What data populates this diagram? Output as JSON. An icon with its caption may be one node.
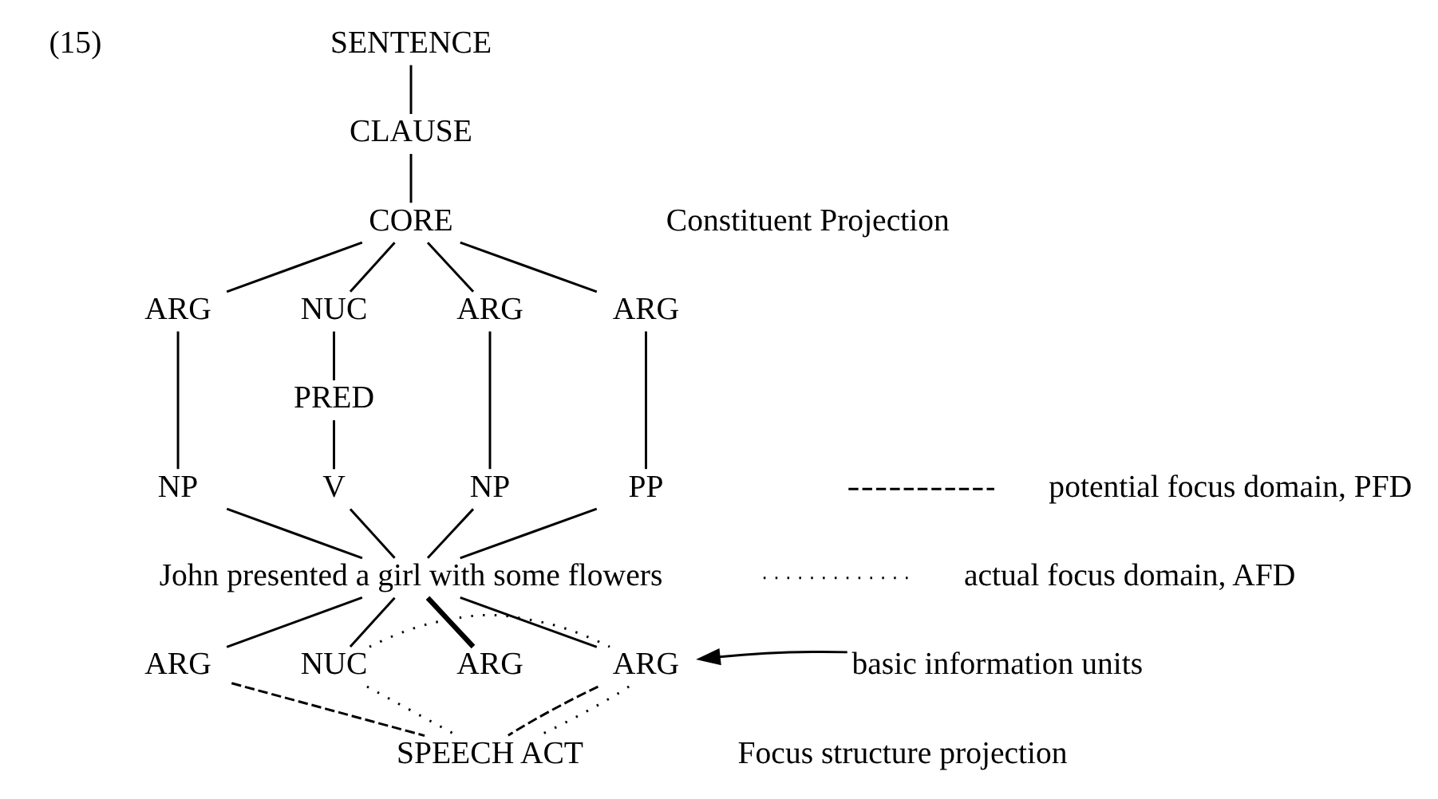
{
  "diagram": {
    "nodes": [
      {
        "text": [
          "SENTENCE"
        ]
      },
      {
        "text": [
          "CLAUSE"
        ]
      },
      {
        "text": [
          "CORE"
        ]
      },
      {
        "text": [
          "ARG"
        ]
      },
      {
        "text": [
          "NUC"
        ]
      },
      {
        "text": [
          "ARG"
        ]
      },
      {
        "text": [
          "ARG"
        ]
      },
      {
        "text": [
          "PRED"
        ]
      },
      {
        "text": [
          "NP"
        ]
      },
      {
        "text": [
          "V"
        ]
      },
      {
        "text": [
          "NP"
        ]
      },
      {
        "text": [
          "PP"
        ]
      },
      {
        "text": [
          "John presented a girl with some flowers"
        ]
      },
      {
        "text": [
          "ARG"
        ]
      },
      {
        "text": [
          "NUC"
        ]
      },
      {
        "text": [
          "ARG"
        ]
      },
      {
        "text": [
          "ARG"
        ]
      },
      {
        "text": [
          "SPEECH ACT"
        ]
      },
      {
        "text": [
          "basic information units"
        ]
      }
    ],
    "edges": [
      {
        "from": 0,
        "to": 1,
        "arrow": "none"
      },
      {
        "from": 1,
        "to": 2,
        "arrow": "none"
      },
      {
        "from": 2,
        "to": 3,
        "arrow": "none"
      },
      {
        "from": 2,
        "to": 4,
        "arrow": "none"
      },
      {
        "from": 2,
        "to": 5,
        "arrow": "none"
      },
      {
        "from": 2,
        "to": 6,
        "arrow": "none"
      },
      {
        "from": 4,
        "to": 7,
        "arrow": "none"
      },
      {
        "from": 3,
        "to": 8,
        "arrow": "none"
      },
      {
        "from": 7,
        "to": 9,
        "arrow": "none"
      },
      {
        "from": 5,
        "to": 10,
        "arrow": "none"
      },
      {
        "from": 6,
        "to": 11,
        "arrow": "none"
      },
      {
        "from": 8,
        "to": 12,
        "arrow": "none"
      },
      {
        "from": 9,
        "to": 12,
        "arrow": "none"
      },
      {
        "from": 10,
        "to": 12,
        "arrow": "none"
      },
      {
        "from": 11,
        "to": 12,
        "arrow": "none"
      },
      {
        "from": 12,
        "to": 13,
        "arrow": "none"
      },
      {
        "from": 12,
        "to": 14,
        "arrow": "none"
      },
      {
        "from": 12,
        "to": 15,
        "arrow": "none",
        "style": "thick"
      },
      {
        "from": 12,
        "to": 16,
        "arrow": "none"
      },
      {
        "from": 13,
        "to": 17,
        "arrow": "none",
        "style": "dashed"
      },
      {
        "from": 16,
        "to": 17,
        "arrow": "none",
        "style": "dashed"
      },
      {
        "from": 14,
        "to": 17,
        "arrow": "none",
        "style": "dashed"
      },
      {
        "from": 16,
        "to": 17,
        "arrow": "none",
        "style": "dashed"
      },
      {
        "from": 14,
        "to": 16,
        "arrow": "none",
        "style": "dashed"
      },
      {
        "from": 18,
        "to": 16,
        "arrow": "to"
      }
    ],
    "labels": [
      "(15)",
      "Constituent Projection",
      "Focus structure projection"
    ],
    "legend": [
      {
        "text": "potential focus domain, PFD"
      },
      {
        "text": "actual focus domain, AFD"
      }
    ]
  }
}
